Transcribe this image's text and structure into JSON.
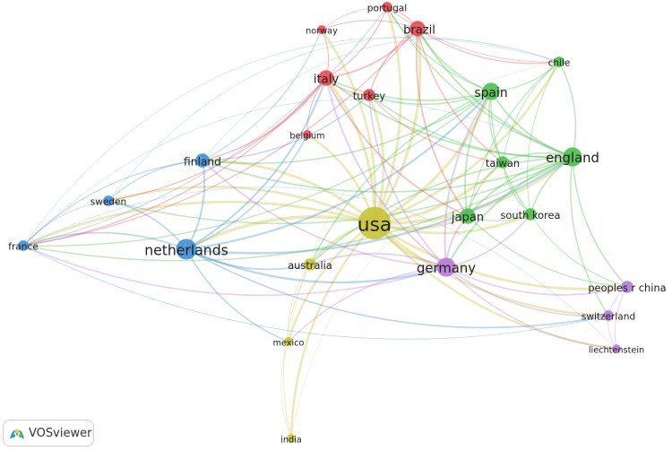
{
  "app": {
    "logo_text": "VOSviewer"
  },
  "network": {
    "clusters": {
      "red": "#e8484f",
      "green": "#4cbf4c",
      "blue": "#3f8fd6",
      "yellow": "#c9c23a",
      "purple": "#b77ad9"
    },
    "nodes": [
      {
        "id": "portugal",
        "label": "portugal",
        "cluster": "red",
        "weight": 3
      },
      {
        "id": "brazil",
        "label": "brazil",
        "cluster": "red",
        "weight": 6
      },
      {
        "id": "norway",
        "label": "norway",
        "cluster": "red",
        "weight": 2
      },
      {
        "id": "italy",
        "label": "italy",
        "cluster": "red",
        "weight": 6
      },
      {
        "id": "turkey",
        "label": "turkey",
        "cluster": "red",
        "weight": 4
      },
      {
        "id": "belgium",
        "label": "belgium",
        "cluster": "red",
        "weight": 2
      },
      {
        "id": "spain",
        "label": "spain",
        "cluster": "green",
        "weight": 7
      },
      {
        "id": "chile",
        "label": "chile",
        "cluster": "green",
        "weight": 3
      },
      {
        "id": "england",
        "label": "england",
        "cluster": "green",
        "weight": 8
      },
      {
        "id": "taiwan",
        "label": "taiwan",
        "cluster": "green",
        "weight": 4
      },
      {
        "id": "japan",
        "label": "japan",
        "cluster": "green",
        "weight": 6
      },
      {
        "id": "south-korea",
        "label": "south korea",
        "cluster": "green",
        "weight": 4
      },
      {
        "id": "finland",
        "label": "finland",
        "cluster": "blue",
        "weight": 5
      },
      {
        "id": "sweden",
        "label": "sweden",
        "cluster": "blue",
        "weight": 3
      },
      {
        "id": "france",
        "label": "france",
        "cluster": "blue",
        "weight": 3
      },
      {
        "id": "netherlands",
        "label": "netherlands",
        "cluster": "blue",
        "weight": 9
      },
      {
        "id": "usa",
        "label": "usa",
        "cluster": "yellow",
        "weight": 16
      },
      {
        "id": "australia",
        "label": "australia",
        "cluster": "yellow",
        "weight": 4
      },
      {
        "id": "mexico",
        "label": "mexico",
        "cluster": "yellow",
        "weight": 2
      },
      {
        "id": "india",
        "label": "india",
        "cluster": "yellow",
        "weight": 2
      },
      {
        "id": "germany",
        "label": "germany",
        "cluster": "purple",
        "weight": 8
      },
      {
        "id": "peoples-r-china",
        "label": "peoples r china",
        "cluster": "purple",
        "weight": 4
      },
      {
        "id": "switzerland",
        "label": "switzerland",
        "cluster": "purple",
        "weight": 3
      },
      {
        "id": "liechtenstein",
        "label": "liechtenstein",
        "cluster": "purple",
        "weight": 2
      }
    ],
    "links": [
      [
        "usa",
        "netherlands"
      ],
      [
        "usa",
        "germany"
      ],
      [
        "usa",
        "spain"
      ],
      [
        "usa",
        "england"
      ],
      [
        "usa",
        "italy"
      ],
      [
        "usa",
        "brazil"
      ],
      [
        "usa",
        "japan"
      ],
      [
        "usa",
        "finland"
      ],
      [
        "usa",
        "australia"
      ],
      [
        "usa",
        "turkey"
      ],
      [
        "usa",
        "taiwan"
      ],
      [
        "usa",
        "south-korea"
      ],
      [
        "usa",
        "mexico"
      ],
      [
        "usa",
        "india"
      ],
      [
        "usa",
        "portugal"
      ],
      [
        "usa",
        "norway"
      ],
      [
        "usa",
        "chile"
      ],
      [
        "usa",
        "peoples-r-china"
      ],
      [
        "usa",
        "switzerland"
      ],
      [
        "usa",
        "sweden"
      ],
      [
        "usa",
        "france"
      ],
      [
        "usa",
        "belgium"
      ],
      [
        "usa",
        "liechtenstein"
      ],
      [
        "netherlands",
        "france"
      ],
      [
        "netherlands",
        "sweden"
      ],
      [
        "netherlands",
        "finland"
      ],
      [
        "netherlands",
        "germany"
      ],
      [
        "netherlands",
        "italy"
      ],
      [
        "netherlands",
        "spain"
      ],
      [
        "netherlands",
        "england"
      ],
      [
        "netherlands",
        "australia"
      ],
      [
        "netherlands",
        "switzerland"
      ],
      [
        "netherlands",
        "mexico"
      ],
      [
        "netherlands",
        "belgium"
      ],
      [
        "finland",
        "sweden"
      ],
      [
        "finland",
        "france"
      ],
      [
        "finland",
        "italy"
      ],
      [
        "finland",
        "spain"
      ],
      [
        "finland",
        "england"
      ],
      [
        "finland",
        "germany"
      ],
      [
        "finland",
        "turkey"
      ],
      [
        "finland",
        "norway"
      ],
      [
        "sweden",
        "france"
      ],
      [
        "sweden",
        "england"
      ],
      [
        "sweden",
        "italy"
      ],
      [
        "france",
        "italy"
      ],
      [
        "france",
        "spain"
      ],
      [
        "france",
        "england"
      ],
      [
        "france",
        "brazil"
      ],
      [
        "france",
        "portugal"
      ],
      [
        "france",
        "germany"
      ],
      [
        "france",
        "switzerland"
      ],
      [
        "italy",
        "brazil"
      ],
      [
        "italy",
        "portugal"
      ],
      [
        "italy",
        "norway"
      ],
      [
        "italy",
        "turkey"
      ],
      [
        "italy",
        "spain"
      ],
      [
        "italy",
        "england"
      ],
      [
        "italy",
        "germany"
      ],
      [
        "italy",
        "belgium"
      ],
      [
        "italy",
        "japan"
      ],
      [
        "brazil",
        "portugal"
      ],
      [
        "brazil",
        "norway"
      ],
      [
        "brazil",
        "turkey"
      ],
      [
        "brazil",
        "spain"
      ],
      [
        "brazil",
        "chile"
      ],
      [
        "brazil",
        "england"
      ],
      [
        "brazil",
        "japan"
      ],
      [
        "brazil",
        "taiwan"
      ],
      [
        "portugal",
        "norway"
      ],
      [
        "portugal",
        "spain"
      ],
      [
        "portugal",
        "chile"
      ],
      [
        "portugal",
        "england"
      ],
      [
        "turkey",
        "spain"
      ],
      [
        "turkey",
        "england"
      ],
      [
        "turkey",
        "taiwan"
      ],
      [
        "turkey",
        "germany"
      ],
      [
        "spain",
        "chile"
      ],
      [
        "spain",
        "england"
      ],
      [
        "spain",
        "taiwan"
      ],
      [
        "spain",
        "japan"
      ],
      [
        "spain",
        "south-korea"
      ],
      [
        "spain",
        "germany"
      ],
      [
        "spain",
        "australia"
      ],
      [
        "england",
        "chile"
      ],
      [
        "england",
        "taiwan"
      ],
      [
        "england",
        "japan"
      ],
      [
        "england",
        "south-korea"
      ],
      [
        "england",
        "germany"
      ],
      [
        "england",
        "peoples-r-china"
      ],
      [
        "england",
        "switzerland"
      ],
      [
        "england",
        "australia"
      ],
      [
        "chile",
        "taiwan"
      ],
      [
        "chile",
        "south-korea"
      ],
      [
        "chile",
        "japan"
      ],
      [
        "taiwan",
        "japan"
      ],
      [
        "taiwan",
        "south-korea"
      ],
      [
        "japan",
        "south-korea"
      ],
      [
        "japan",
        "germany"
      ],
      [
        "germany",
        "peoples-r-china"
      ],
      [
        "germany",
        "switzerland"
      ],
      [
        "germany",
        "liechtenstein"
      ],
      [
        "germany",
        "australia"
      ],
      [
        "germany",
        "mexico"
      ],
      [
        "germany",
        "south-korea"
      ],
      [
        "peoples-r-china",
        "switzerland"
      ],
      [
        "peoples-r-china",
        "liechtenstein"
      ],
      [
        "switzerland",
        "liechtenstein"
      ],
      [
        "australia",
        "mexico"
      ],
      [
        "australia",
        "india"
      ],
      [
        "mexico",
        "india"
      ],
      [
        "japan",
        "peoples-r-china"
      ],
      [
        "south-korea",
        "peoples-r-china"
      ]
    ]
  }
}
